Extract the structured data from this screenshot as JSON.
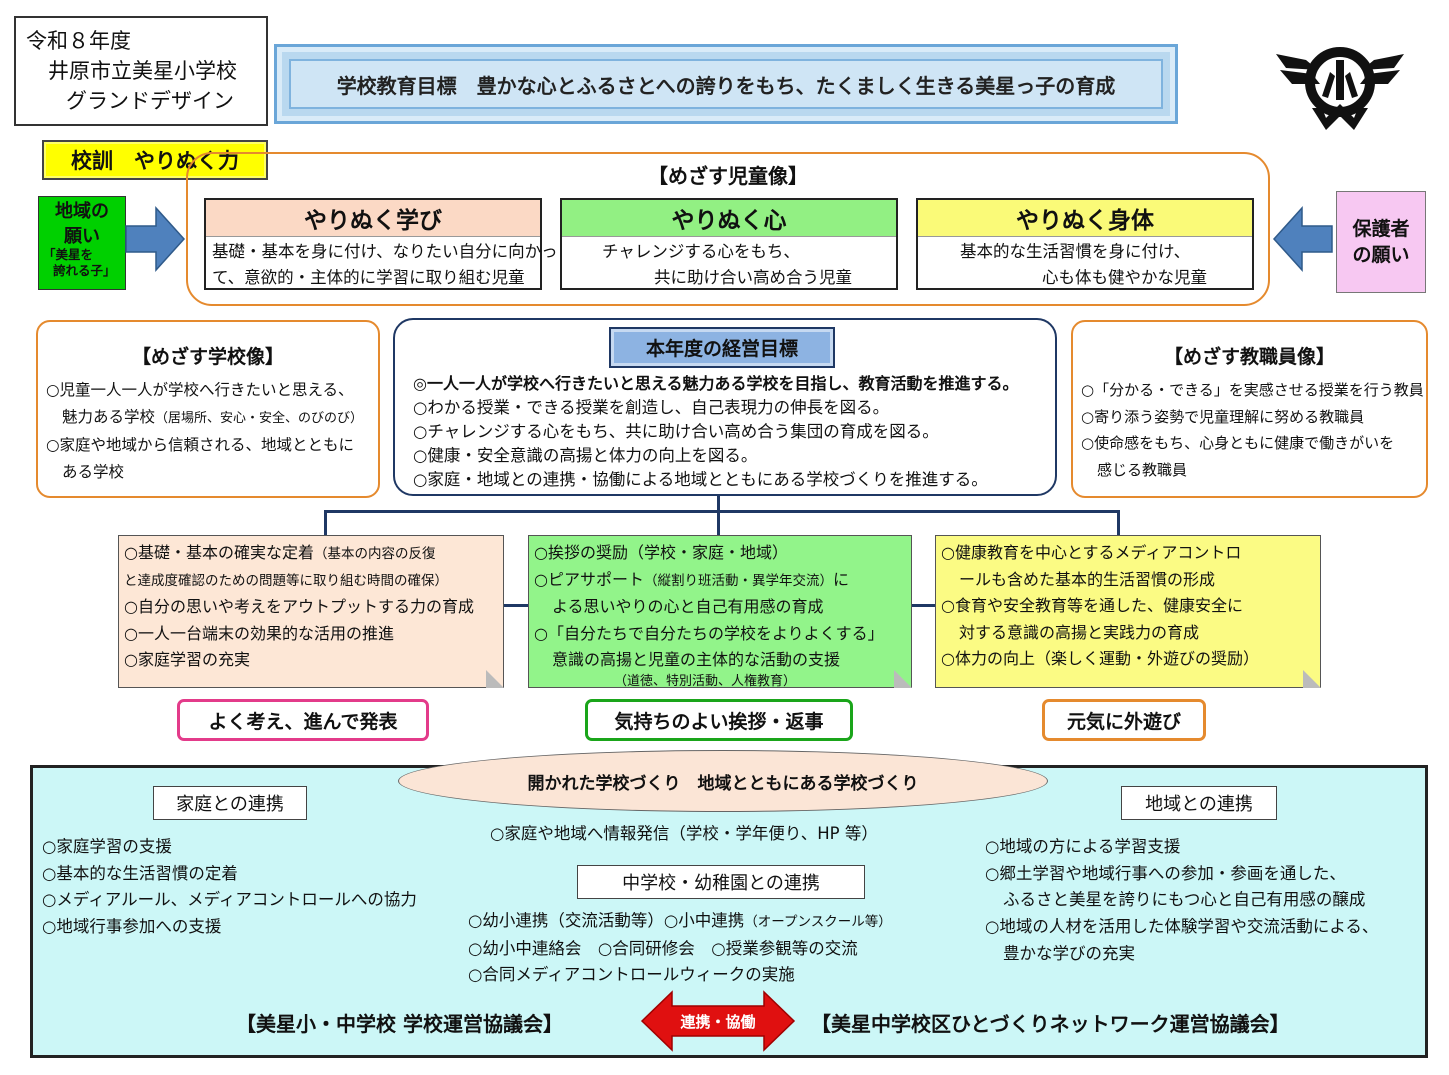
{
  "header": {
    "lines": [
      "令和８年度",
      "井原市立美星小学校",
      "グランドデザイン"
    ]
  },
  "goal": "学校教育目標　豊かな心とふるさとへの誇りをもち、たくましく生きる美星っ子の育成",
  "motto": "校訓　やりぬく力",
  "wishes": {
    "local_line1": "地域の",
    "local_line2": "願い",
    "local_sub1": "「美星を",
    "local_sub2": "誇れる子」",
    "parent_line1": "保護者",
    "parent_line2": "の願い"
  },
  "child_image": {
    "title": "【めざす児童像】",
    "boxes": [
      {
        "heading": "やりぬく学び",
        "lines": [
          "基礎・基本を身に付け、なりたい自分に向かっ",
          "て、意欲的・主体的に学習に取り組む児童"
        ]
      },
      {
        "heading": "やりぬく心",
        "lines": [
          "チャレンジする心をもち、",
          "共に助け合い高め合う児童"
        ]
      },
      {
        "heading": "やりぬく身体",
        "lines": [
          "基本的な生活習慣を身に付け、",
          "心も体も健やかな児童"
        ]
      }
    ]
  },
  "school_image": {
    "title": "【めざす学校像】",
    "items": [
      "○児童一人一人が学校へ行きたいと思える、",
      "魅力ある学校",
      "（居場所、安心・安全、のびのび）",
      "○家庭や地域から信頼される、地域とともに",
      "ある学校"
    ]
  },
  "management": {
    "title": "本年度の経営目標",
    "items": [
      "◎一人一人が学校へ行きたいと思える魅力ある学校を目指し、教育活動を推進する。",
      "○わかる授業・できる授業を創造し、自己表現力の伸長を図る。",
      "○チャレンジする心をもち、共に助け合い高め合う集団の育成を図る。",
      "○健康・安全意識の高揚と体力の向上を図る。",
      "○家庭・地域との連携・協働による地域とともにある学校づくりを推進する。"
    ]
  },
  "staff_image": {
    "title": "【めざす教職員像】",
    "items": [
      "○「分かる・できる」を実感させる授業を行う教員",
      "○寄り添う姿勢で児童理解に努める教職員",
      "○使命感をもち、心身ともに健康で働きがいを",
      "感じる教職員"
    ]
  },
  "notes": [
    {
      "lines": [
        "○基礎・基本の確実な定着",
        "（基本の内容の反復",
        "と達成度確認のための問題等に取り組む時間の確保）",
        "○自分の思いや考えをアウトプットする力の育成",
        "○一人一台端末の効果的な活用の推進",
        "○家庭学習の充実"
      ]
    },
    {
      "lines": [
        "○挨拶の奨励（学校・家庭・地域）",
        "○ピアサポート",
        "（縦割り班活動・異学年交流）",
        "に",
        "よる思いやりの心と自己有用感の育成",
        "○「自分たちで自分たちの学校をよりよくする」",
        "意識の高揚と児童の主体的な活動の支援",
        "（道徳、特別活動、人権教育）"
      ]
    },
    {
      "lines": [
        "○健康教育を中心とするメディアコントロ",
        "ールも含めた基本的生活習慣の形成",
        "○食育や安全教育等を通した、健康安全に",
        "対する意識の高揚と実践力の育成",
        "○体力の向上（楽しく運動・外遊びの奨励）"
      ]
    }
  ],
  "slogans": [
    "よく考え、進んで発表",
    "気持ちのよい挨拶・返事",
    "元気に外遊び"
  ],
  "bottom": {
    "ellipse": "開かれた学校づくり　地域とともにある学校づくり",
    "home_label": "家庭との連携",
    "home_items": [
      "○家庭学習の支援",
      "○基本的な生活習慣の定着",
      "○メディアルール、メディアコントロールへの協力",
      "○地域行事参加への支援"
    ],
    "info": "○家庭や地域へ情報発信（学校・学年便り、HP 等）",
    "jhs_label": "中学校・幼稚園との連携",
    "jhs_items": [
      "○幼小連携（交流活動等）○小中連携",
      "（オープンスクール等）",
      "○幼小中連絡会　○合同研修会　○授業参観等の交流",
      "○合同メディアコントロールウィークの実施"
    ],
    "local_label": "地域との連携",
    "local_items": [
      "○地域の方による学習支援",
      "○郷土学習や地域行事への参加・参画を通した、",
      "ふるさと美星を誇りにもつ心と自己有用感の醸成",
      "○地域の人材を活用した体験学習や交流活動による、",
      "豊かな学びの充実"
    ],
    "council_left": "【美星小・中学校 学校運営協議会】",
    "council_right": "【美星中学校区ひとづくりネットワーク運営協議会】",
    "link": "連携・協働"
  },
  "colors": {
    "orange_border": "#e58a2e",
    "navy": "#1f3864",
    "motto_yellow": "#ffff00",
    "arrow_blue": "#4f81bd",
    "link_red": "#e01010",
    "bottom_bg": "#ccf7f7"
  },
  "icons": {
    "emblem": "school-emblem-icon",
    "arrows": "block-arrow-icon"
  }
}
